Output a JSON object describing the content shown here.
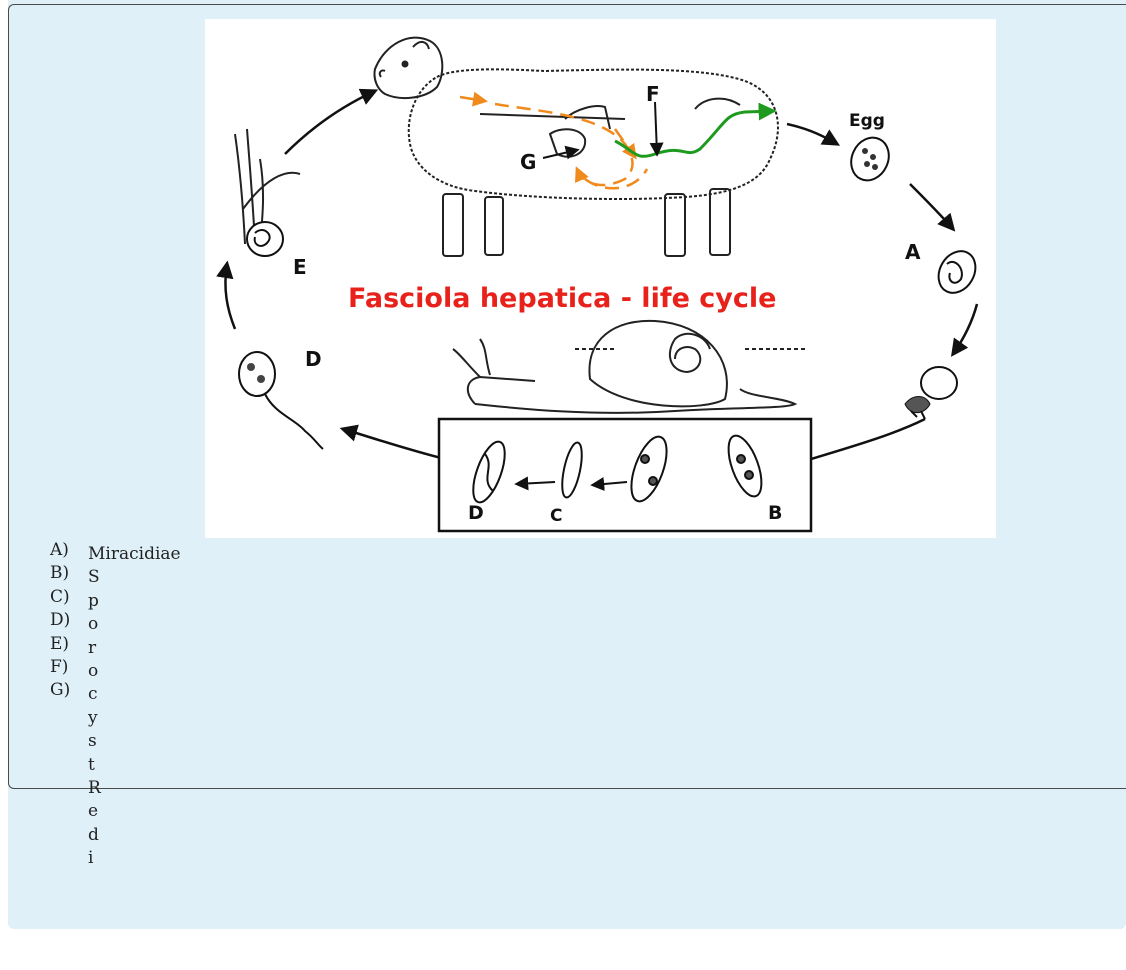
{
  "figure": {
    "title": "Fasciola hepatica - life cycle",
    "labels": {
      "egg": "Egg",
      "a": "A",
      "b": "B",
      "c": "C",
      "d_box": "D",
      "d": "D",
      "e": "E",
      "f": "F",
      "g": "G"
    },
    "colors": {
      "title": "#e8211b",
      "orange_path": "#f08a1c",
      "green_path": "#1e9b1e"
    }
  },
  "legend": {
    "keys": [
      "A)",
      "B)",
      "C)",
      "D)",
      "E)",
      "F)",
      "G)"
    ],
    "first_value": "Miracidiae",
    "wrapped_value": "SporocystRedi"
  }
}
